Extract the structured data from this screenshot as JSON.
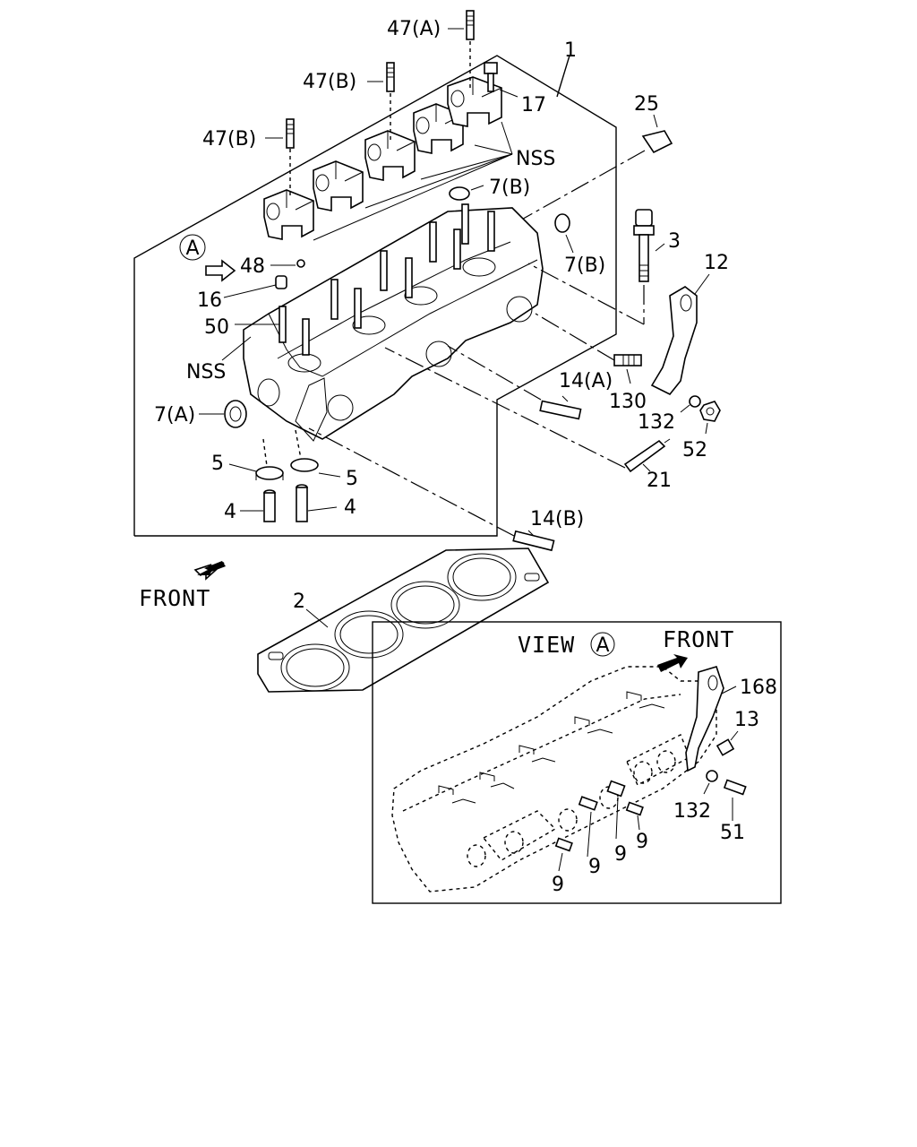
{
  "labels": {
    "p47a": "47(A)",
    "p47b_top": "47(B)",
    "p47b_left": "47(B)",
    "p1": "1",
    "p17": "17",
    "p25": "25",
    "nss_top": "NSS",
    "p7b_top": "7(B)",
    "p3": "3",
    "p12": "12",
    "p7b_right": "7(B)",
    "p48": "48",
    "p16": "16",
    "p50": "50",
    "nss_left": "NSS",
    "p14a": "14(A)",
    "p130": "130",
    "p7a": "7(A)",
    "p132_upper": "132",
    "p52": "52",
    "p21": "21",
    "p5_left": "5",
    "p5_right": "5",
    "p4_left": "4",
    "p4_right": "4",
    "p14b": "14(B)",
    "p2": "2",
    "p168": "168",
    "p13": "13",
    "p132_lower": "132",
    "p51": "51",
    "p9_a": "9",
    "p9_b": "9",
    "p9_c": "9",
    "p9_d": "9"
  },
  "markers": {
    "view_ref": "A",
    "view_ref_inset": "A"
  },
  "text": {
    "front_main": "FRONT",
    "front_inset": "FRONT",
    "view_inset": "VIEW"
  }
}
